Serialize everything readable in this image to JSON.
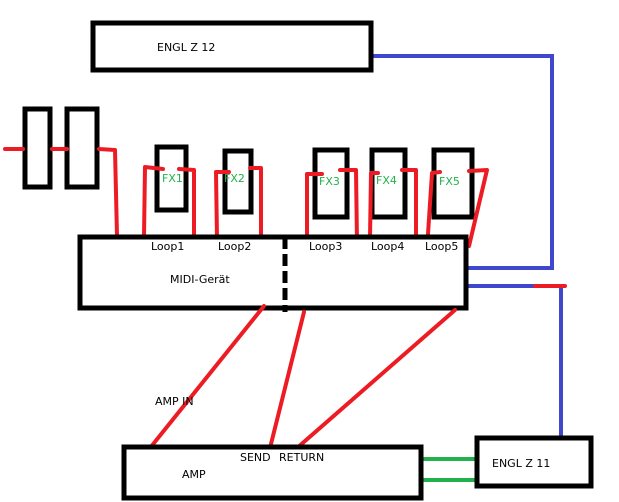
{
  "colors": {
    "cable_red": "#ed1c24",
    "cable_blue": "#3f48cc",
    "cable_green": "#22b14c",
    "fx_label": "#22b14c",
    "box_stroke": "#000000"
  },
  "devices": {
    "engl_z12": "ENGL Z 12",
    "midi_device": "MIDI-Gerät",
    "amp": "AMP",
    "engl_z11": "ENGL Z 11"
  },
  "effects": [
    "FX1",
    "FX2",
    "FX3",
    "FX4",
    "FX5"
  ],
  "loops": [
    "Loop1",
    "Loop2",
    "Loop3",
    "Loop4",
    "Loop5"
  ],
  "amp_ports": {
    "amp_in": "AMP IN",
    "send": "SEND",
    "return": "RETURN"
  }
}
